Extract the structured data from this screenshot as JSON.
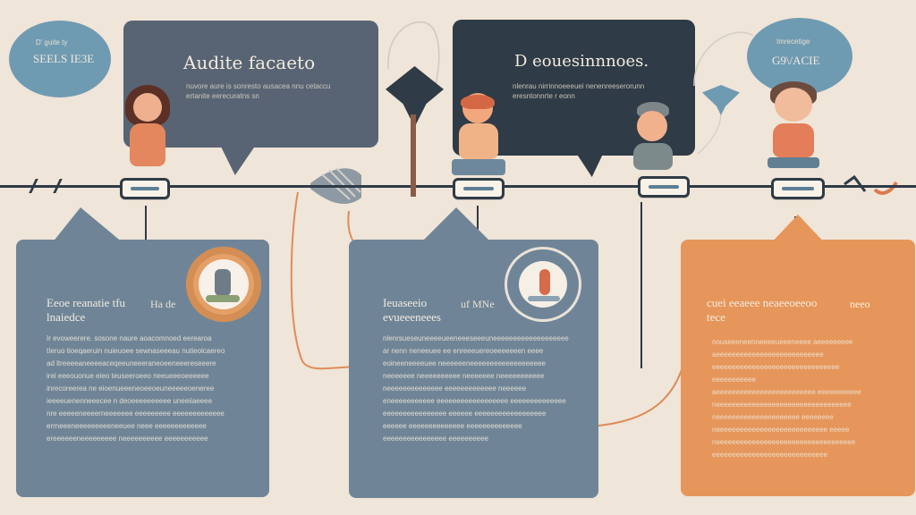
{
  "colors": {
    "background": "#efe5d8",
    "navy": "#2f3b46",
    "slate": "#687e91",
    "slate_dark": "#586473",
    "orange": "#e6965a",
    "pale_blue": "#7f9aae"
  },
  "badges": {
    "left": {
      "line1": "D' guite ty",
      "line2": "SEELS IE3E"
    },
    "right": {
      "line1": "Imrecetige",
      "line2": "G9\\/ACIE"
    }
  },
  "top_panels": {
    "left": {
      "title": "Audite facaeto",
      "line1": "nuvore aure is sonresto ausacea nnu cetaccu",
      "line2": "ertanite eerecuratns sn"
    },
    "right": {
      "title": "D eouesinnnoes.",
      "line1": "nlenrau nirrinnoeeeuei nenenreeserorunn",
      "line2": "eresntonnrte r eonn"
    }
  },
  "cards": {
    "left": {
      "title_line1": "Eeoe reanatie   tfu",
      "title_line2": "lnaiedce",
      "badge_text": "Ha de",
      "lines": [
        "Ir evoweerere. sosone naure aoacomnoed eerearoa",
        "tIeruo tioeqaeruin nuieuoee sewnaseeeau nutieolcaereo",
        "ad ltreeeeaneeeeaceqeeuneeeraneoeeneeereseeere",
        "irei eeeouonue eieo teuseeroeeo neeueeeoeeeeee",
        "inrecoreerea ne eioenueeeneoeeoeuneeeeeoeneree",
        "ieeeeuenenneeecee n deoeeeeeeeeee uneeiiaeeee",
        "nre eeeeeneeeerneeeeeee eeeeeeeee eeeeeeeeeeeee",
        "errneeeneeeeeeeeeneeuee neee eeeeeeeeeeeee",
        "ereeeeeeneeeeeeeee neeeeeeeeee eeeeeeeeeee"
      ]
    },
    "middle": {
      "title_line1": "Ieuaseeio ",
      "title_line2": "evueeeneees",
      "badge_text": "uf MNe",
      "lines": [
        "nlenrsueseuneeeeueeneeeseeeuneeeeeeeeeeeeeeeeeee",
        "ar nenn neneeuee ee enreeeuereoeeeeeeen eeee",
        "eoineeneeeeuee neeeeeeneeeeeeeeeeeeeeeeeee",
        "neeeeeee neeeeeeeeee neeeeeee neeeeeeeeeee",
        "neeeeeeeeeeeeee eeeeeeeeeeeee neeeeee",
        "eneeeeeeeeeee eeeeeeeeeeeeeeeeee eeeeeeeeeeeeee",
        "eeeeeeeeeeeeeeee eeeeee eeeeeeeeeeeeeeeeee",
        "eeeeee eeeeeeeeeeeeee eeeeeeeeeeeeee",
        "eeeeeeeeeeeeeeee eeeeeeeeee"
      ]
    },
    "right": {
      "title_line1": "cuei  eeaeee neaeeoeeoo",
      "title_line2": "tece",
      "badge_text": "neeo",
      "lines": [
        "nouseeeneenneeeeueeeneeee aeeeeeeeee",
        "aeeeeeeeeeeeeeeeeeeeeeeeeeee",
        "eeeeeeeeeeeeeeeeeeeeeeeeeeeeeeee",
        "eeeeeeeeeee",
        "aeeeeeeeeeeeeeeeeeeeeeeeee eeeeeeeeeee",
        "neeeeeeeeeeeeeeeeeeeeeeeeeeeeeeeeee",
        "neeeeeeeeeeeeeeeeeeeee eeeeeeee",
        "neeeeeeeeeeeeeeeeeeeeeeeeeeee eeeee",
        "neeeeeeeeeeeeeeeeeeeeeeeeeeeeeeeeeee",
        "eeeeeeeeeeeeeeeeeeeeeeeeeeeee"
      ]
    }
  },
  "nodes": {
    "n1": "",
    "n2": "",
    "n3": "",
    "n4": ""
  }
}
